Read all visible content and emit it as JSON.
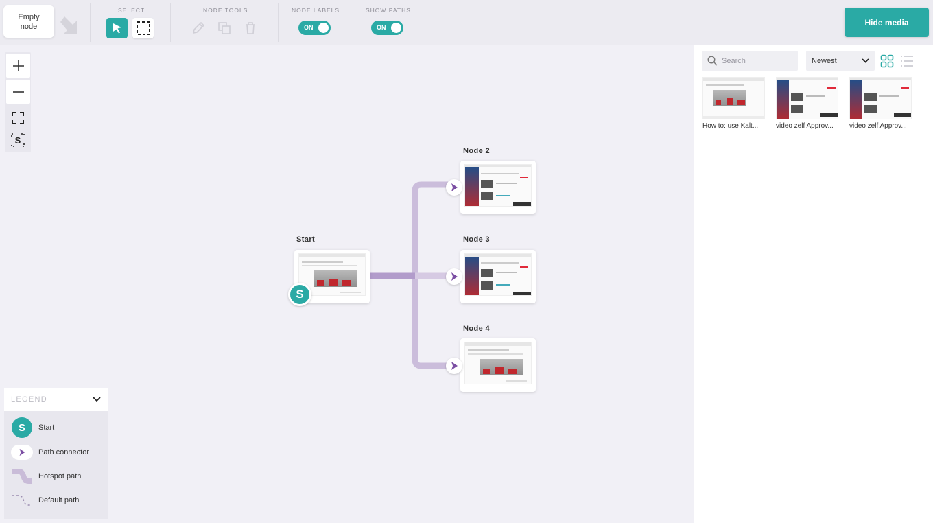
{
  "toolbar": {
    "empty_node_label": "Empty node",
    "groups": {
      "select": "SELECT",
      "node_tools": "NODE TOOLS",
      "node_labels": "NODE LABELS",
      "show_paths": "SHOW PATHS"
    },
    "node_labels_toggle": "ON",
    "show_paths_toggle": "ON",
    "hide_media_label": "Hide media"
  },
  "canvas": {
    "nodes": {
      "start": {
        "label": "Start",
        "badge": "S"
      },
      "node2": {
        "label": "Node 2"
      },
      "node3": {
        "label": "Node 3"
      },
      "node4": {
        "label": "Node 4"
      }
    }
  },
  "legend": {
    "title": "LEGEND",
    "start_badge": "S",
    "items": [
      "Start",
      "Path connector",
      "Hotspot path",
      "Default path"
    ]
  },
  "media": {
    "search_placeholder": "Search",
    "sort_value": "Newest",
    "items": [
      {
        "title": "How to: use Kalt..."
      },
      {
        "title": "video zelf Approv..."
      },
      {
        "title": "video zelf Approv..."
      }
    ]
  },
  "colors": {
    "accent": "#2aaaa5",
    "path": "#c9b9d9",
    "connector": "#7b4ea3"
  }
}
